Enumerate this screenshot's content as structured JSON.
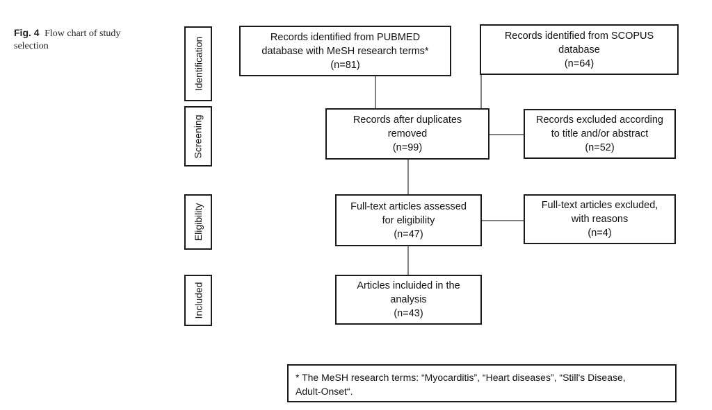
{
  "figure": {
    "label": "Fig. 4",
    "caption": "Flow chart of study selection"
  },
  "stages": {
    "identification": "Identification",
    "screening": "Screening",
    "eligibility": "Eligibility",
    "included": "Included"
  },
  "boxes": {
    "pubmed": {
      "line1": "Records identified from PUBMED",
      "line2": "database with MeSH research terms*",
      "count": "(n=81)"
    },
    "scopus": {
      "line1": "Records identified from SCOPUS",
      "line2": "database",
      "count": "(n=64)"
    },
    "duplicates_removed": {
      "line1": "Records after duplicates",
      "line2": "removed",
      "count": "(n=99)"
    },
    "excluded_title_abstract": {
      "line1": "Records excluded according",
      "line2": "to title  and/or abstract",
      "count": "(n=52)"
    },
    "fulltext_assessed": {
      "line1": "Full-text articles assessed",
      "line2": "for eligibility",
      "count": "(n=47)"
    },
    "fulltext_excluded": {
      "line1": "Full-text articles excluded,",
      "line2": "with reasons",
      "count": "(n=4)"
    },
    "included": {
      "line1": "Articles incluided in the",
      "line2": "analysis",
      "count": "(n=43)"
    }
  },
  "footnote": {
    "line1": "* The MeSH research terms: “Myocarditis”, “Heart diseases”, “Still's Disease,",
    "line2": "Adult-Onset“."
  }
}
